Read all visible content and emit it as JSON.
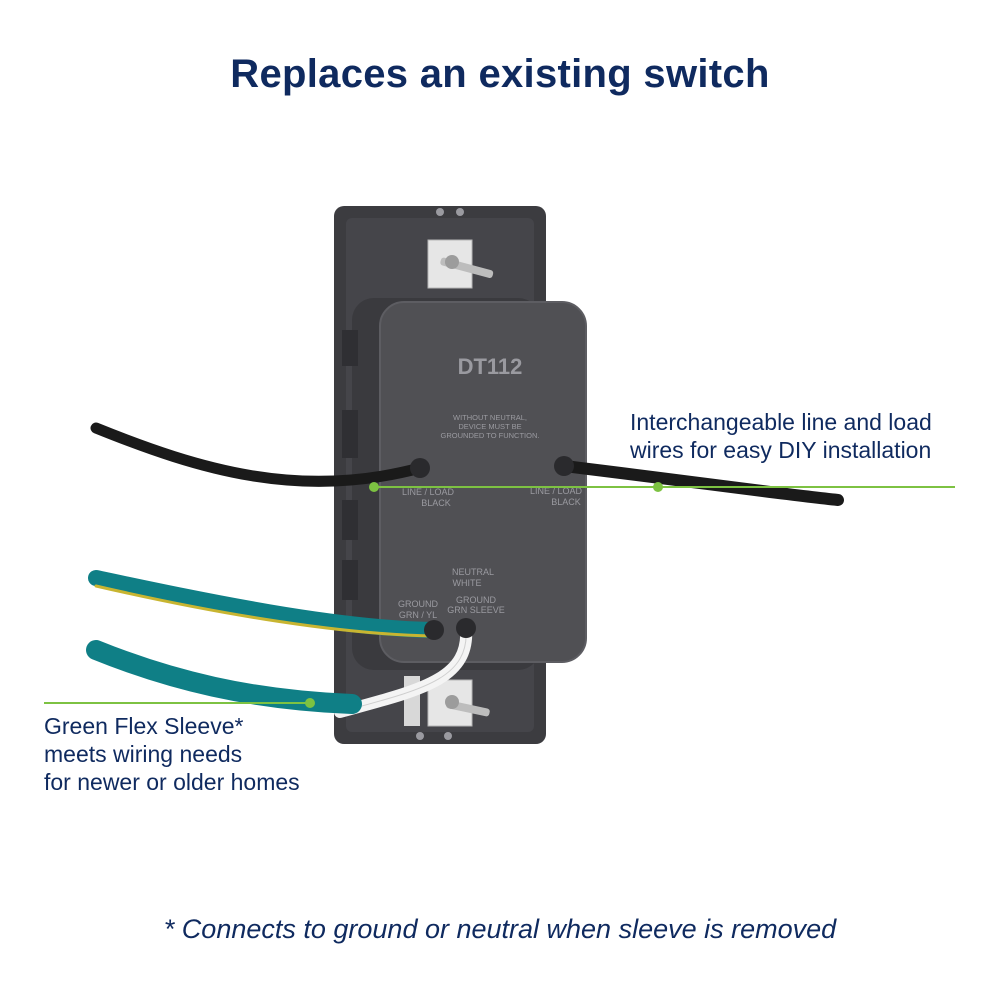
{
  "header": {
    "title": "Replaces an existing switch"
  },
  "device": {
    "model": "DT112",
    "warning": [
      "WITHOUT NEUTRAL,",
      "DEVICE MUST BE",
      "GROUNDED TO FUNCTION."
    ],
    "label_line_load_left": [
      "LINE / LOAD",
      "BLACK"
    ],
    "label_line_load_right": [
      "LINE / LOAD",
      "BLACK"
    ],
    "label_neutral": [
      "NEUTRAL",
      "WHITE"
    ],
    "label_ground_left": [
      "GROUND",
      "GRN / YL"
    ],
    "label_ground_sleeve": [
      "GROUND",
      "GRN SLEEVE"
    ]
  },
  "callouts": {
    "line_load": [
      "Interchangeable line and load",
      "wires for easy DIY installation"
    ],
    "sleeve": [
      "Green Flex Sleeve*",
      "meets wiring needs",
      "for newer or older homes"
    ]
  },
  "footnote": "* Connects to ground or neutral when sleeve is removed",
  "colors": {
    "heading": "#0f2a5f",
    "leader_line": "#7dc242",
    "device_body": "#505054",
    "wire_teal": "#0f7f86",
    "wire_black": "#1a1a1a"
  }
}
